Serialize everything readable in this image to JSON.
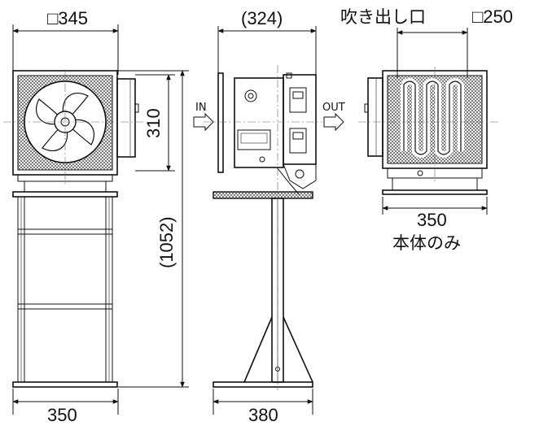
{
  "front_view": {
    "top_dim": "□345",
    "height_dim": "310",
    "bottom_dim": "350"
  },
  "side_view": {
    "top_dim": "(324)",
    "overall_height": "(1052)",
    "bottom_dim": "380",
    "in_label": "IN",
    "out_label": "OUT"
  },
  "rear_view": {
    "outlet_label": "吹き出し口",
    "outlet_dim": "□250",
    "width_dim": "350",
    "body_only_label": "本体のみ"
  }
}
